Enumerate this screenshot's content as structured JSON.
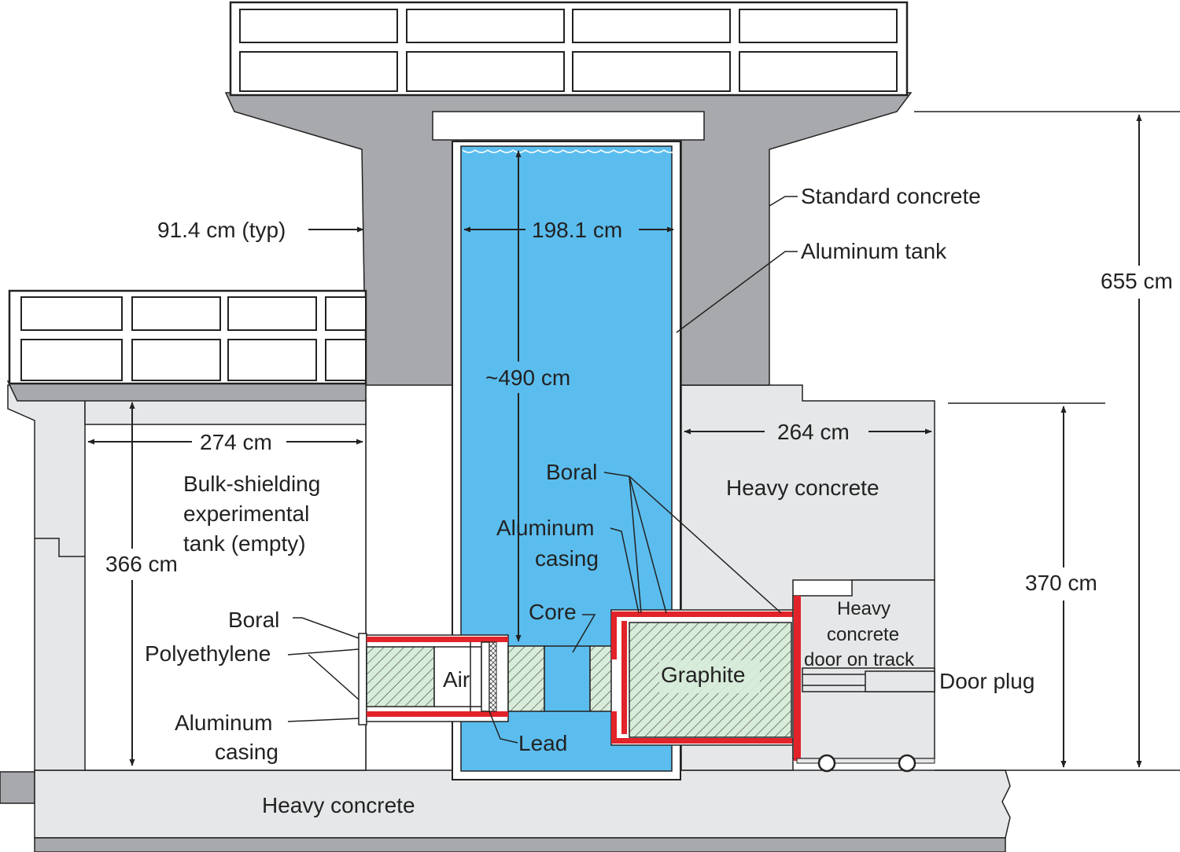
{
  "colors": {
    "standard_concrete": "#a7a9ac",
    "heavy_concrete": "#e6e7e8",
    "water": "#5bbdee",
    "boral": "#e2232a",
    "graphite": "#d7ecd9",
    "outline": "#222222"
  },
  "labels": {
    "standard_concrete": "Standard concrete",
    "aluminum_tank": "Aluminum tank",
    "dim_wall": "91.4 cm (typ)",
    "dim_tank_width": "198.1 cm",
    "dim_total_height": "655 cm",
    "dim_water_depth": "~490 cm",
    "dim_left_width": "274 cm",
    "dim_right_width": "264 cm",
    "dim_left_height": "366 cm",
    "dim_right_height": "370 cm",
    "bulk_line1": "Bulk-shielding",
    "bulk_line2": "experimental",
    "bulk_line3": "tank (empty)",
    "heavy_concrete_right": "Heavy concrete",
    "heavy_concrete_bottom": "Heavy concrete",
    "boral_center": "Boral",
    "aluminum_casing_center_1": "Aluminum",
    "aluminum_casing_center_2": "casing",
    "core": "Core",
    "graphite": "Graphite",
    "air": "Air",
    "lead": "Lead",
    "boral_left": "Boral",
    "polyethylene": "Polyethylene",
    "aluminum_casing_left_1": "Aluminum",
    "aluminum_casing_left_2": "casing",
    "door_line1": "Heavy",
    "door_line2": "concrete",
    "door_line3": "door on track",
    "door_plug": "Door plug"
  }
}
